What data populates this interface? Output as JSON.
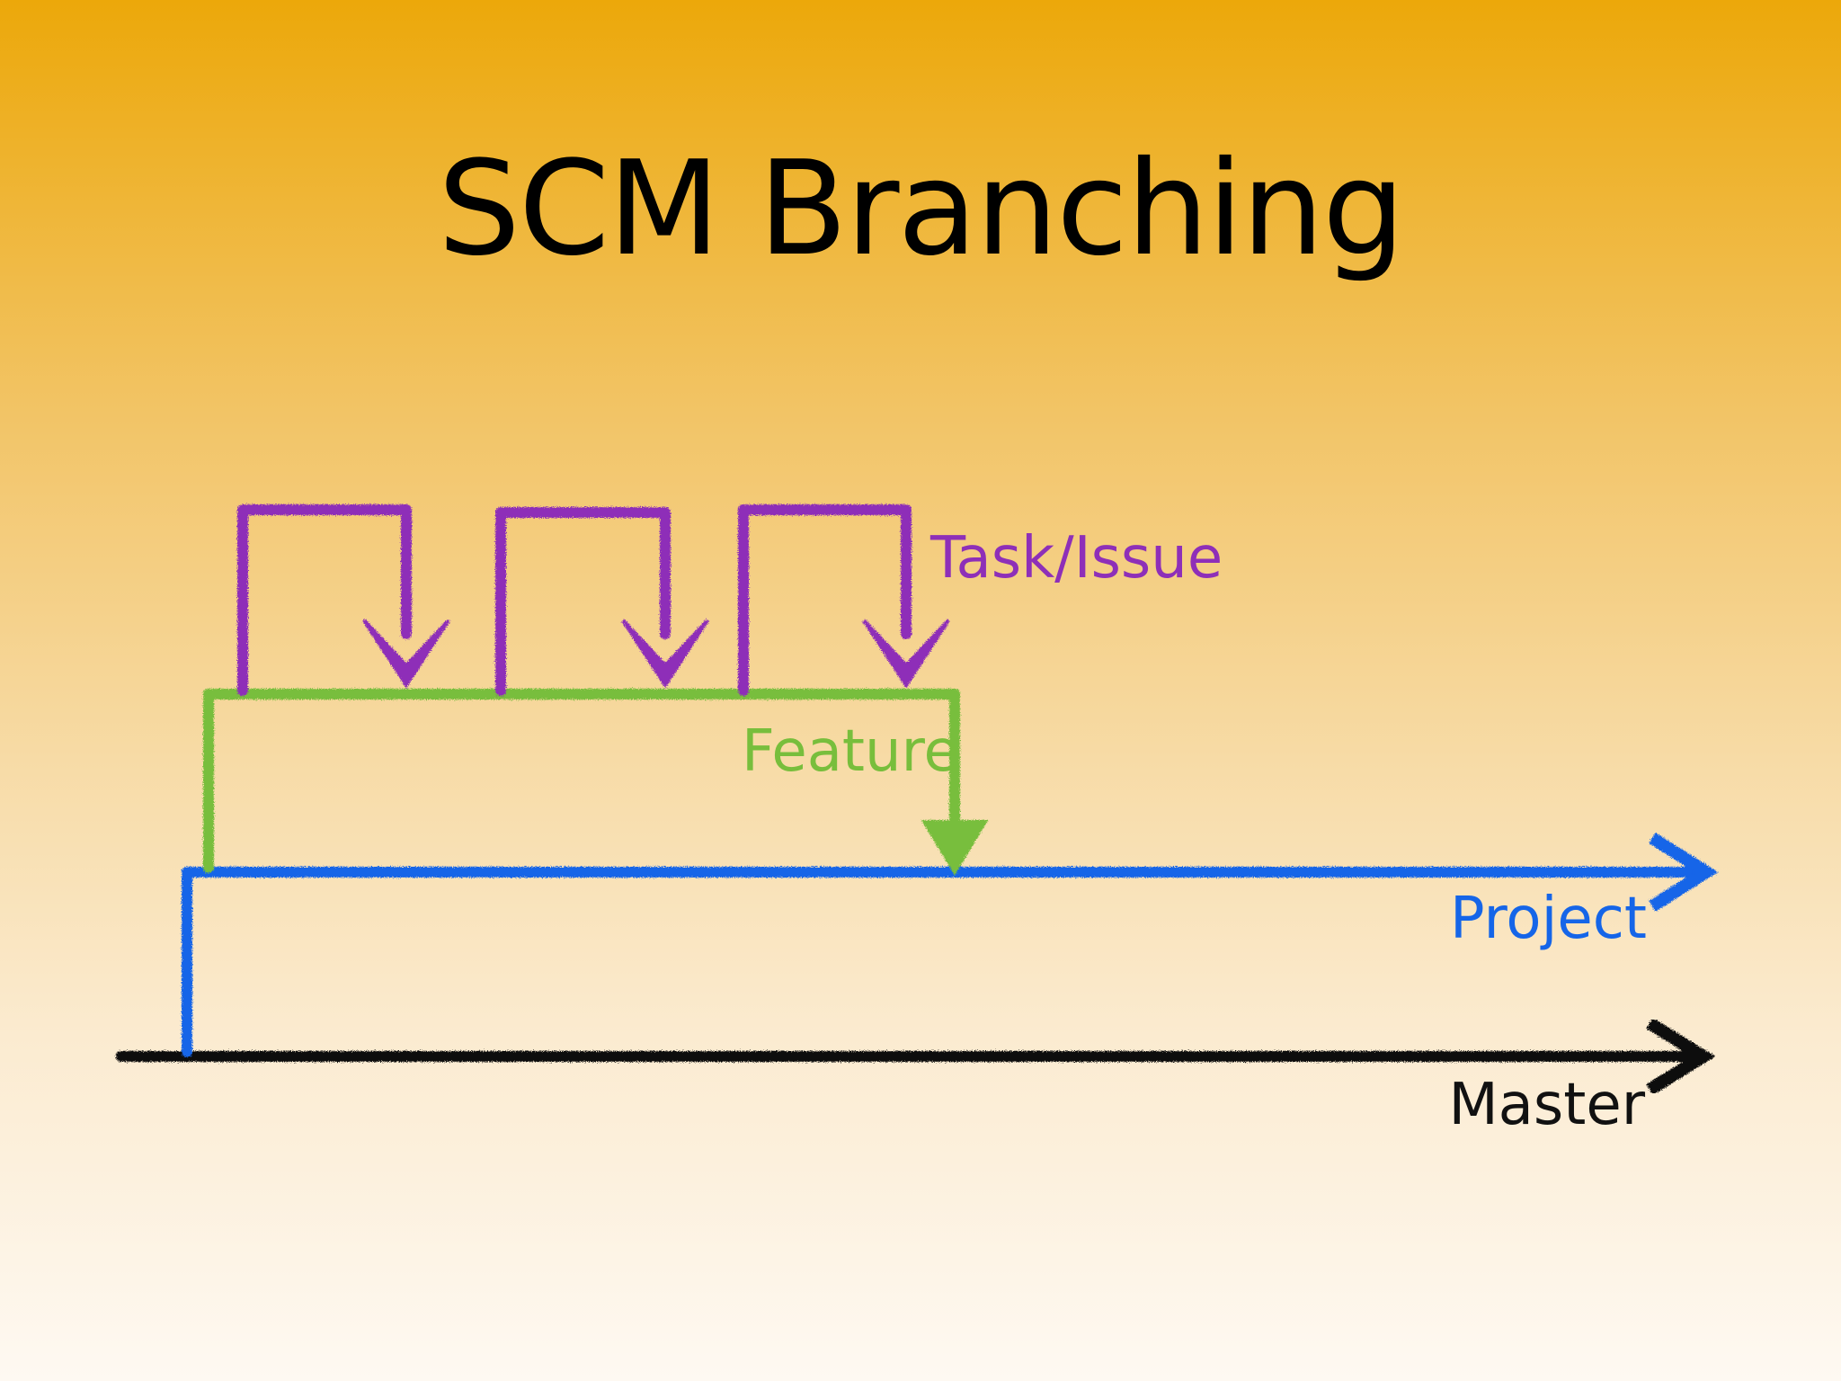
{
  "slide": {
    "title": "SCM Branching"
  },
  "branches": {
    "task": {
      "label": "Task/Issue",
      "color": "#8E2FB8"
    },
    "feature": {
      "label": "Feature",
      "color": "#78BE3C"
    },
    "project": {
      "label": "Project",
      "color": "#1565E8"
    },
    "master": {
      "label": "Master",
      "color": "#111111"
    }
  },
  "theme": {
    "background_top": "#ECA80A",
    "background_bottom": "#FEF9F2"
  }
}
